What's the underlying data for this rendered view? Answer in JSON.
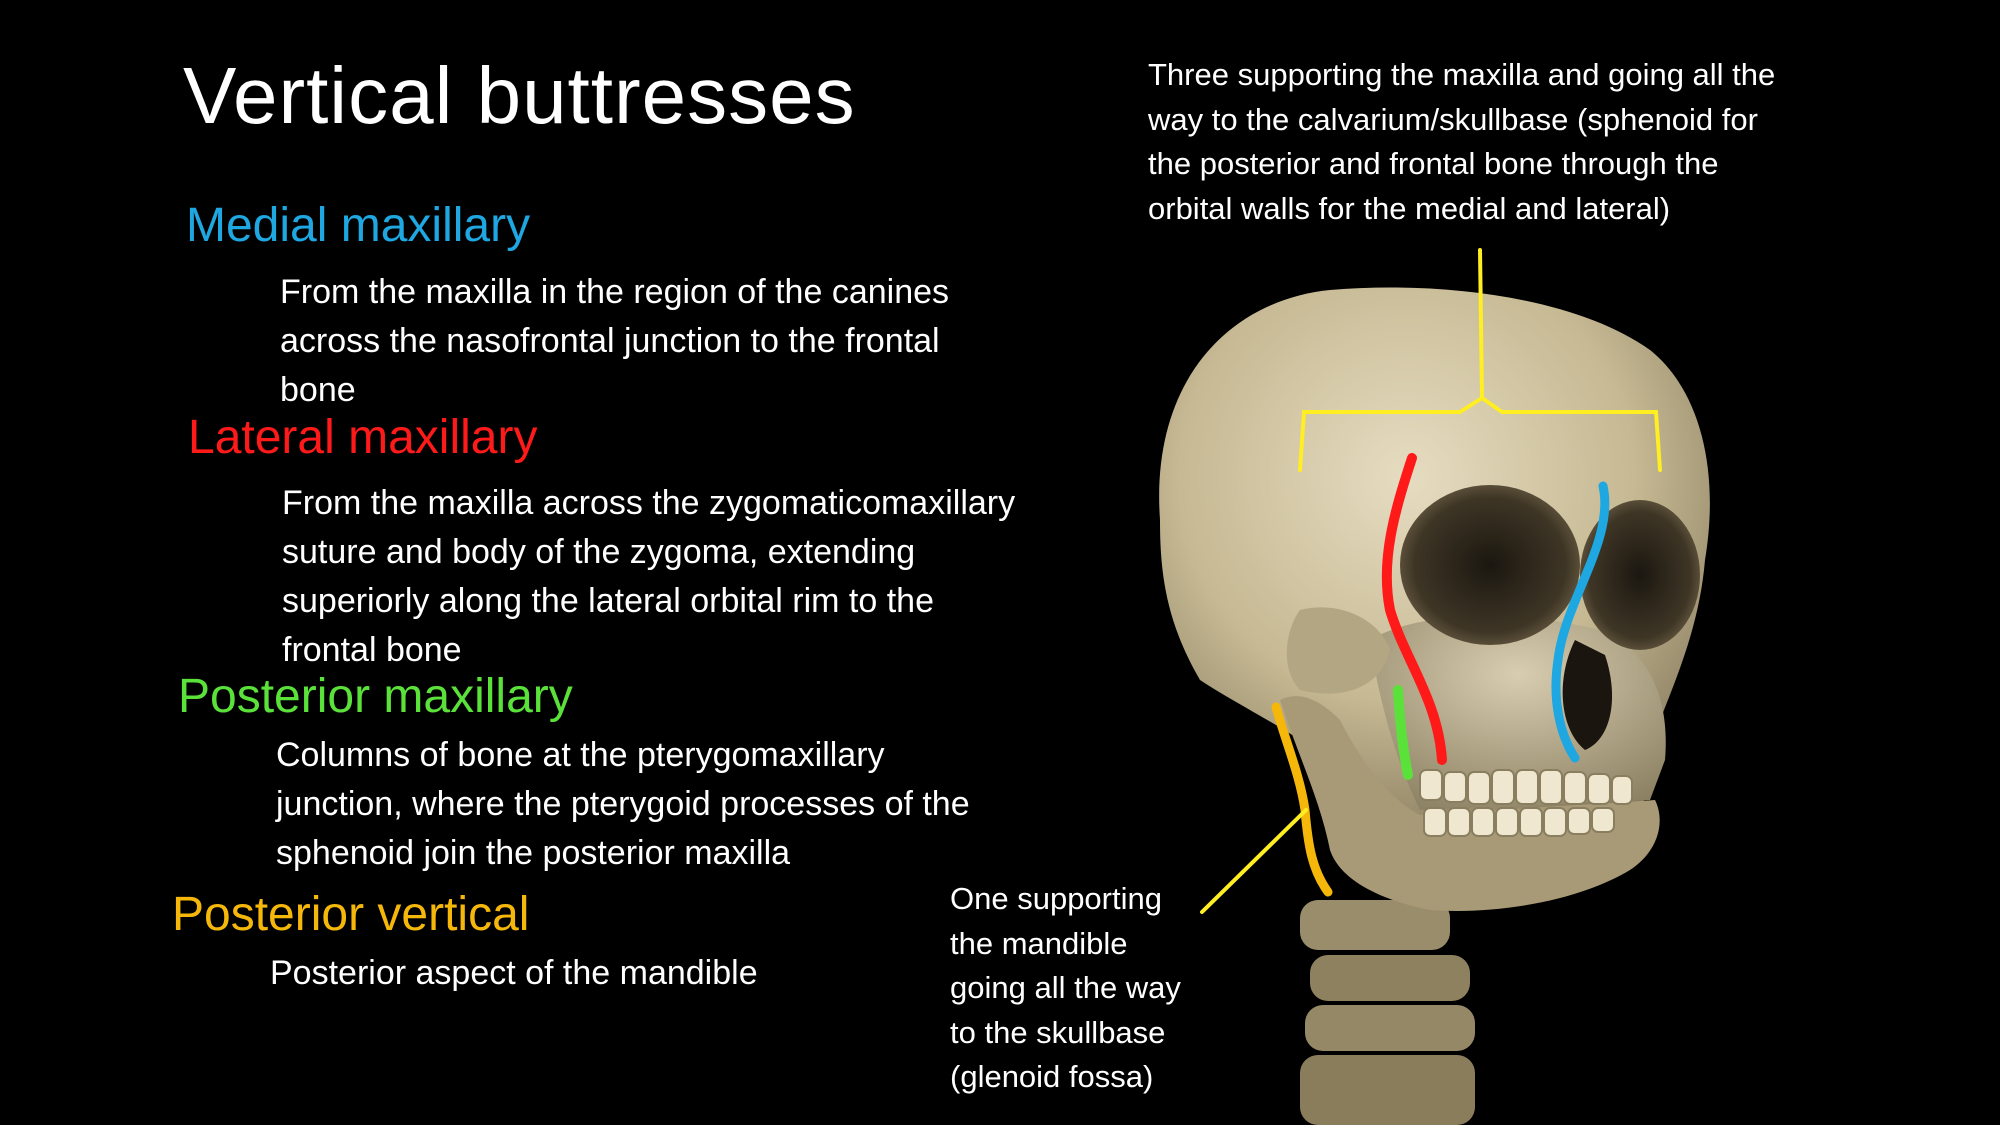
{
  "slide": {
    "title": "Vertical buttresses",
    "buttresses": [
      {
        "name": "Medial maxillary",
        "color": "#1ea7e1",
        "lines": [
          "From the maxilla in the region of the canines",
          "across the nasofrontal junction to the frontal",
          "bone"
        ]
      },
      {
        "name": "Lateral maxillary",
        "color": "#ff1a1a",
        "lines": [
          "From the maxilla across the zygomaticomaxillary",
          "suture and body of the zygoma, extending",
          "superiorly along the lateral orbital rim to the",
          "frontal bone"
        ]
      },
      {
        "name": "Posterior maxillary",
        "color": "#5be23a",
        "lines": [
          "Columns of bone at the pterygomaxillary",
          "junction, where the pterygoid processes of the",
          "sphenoid join the posterior maxilla"
        ]
      },
      {
        "name": "Posterior vertical",
        "color": "#f5b80a",
        "lines": [
          "Posterior aspect of the mandible"
        ]
      }
    ],
    "annotation_top": {
      "lines": [
        "Three supporting the maxilla and going all the",
        "way to the calvarium/skullbase (sphenoid for",
        "the posterior and frontal bone through the",
        "orbital walls for the medial and lateral)"
      ]
    },
    "annotation_bottom": {
      "lines": [
        "One supporting",
        "the mandible",
        "going all the way",
        "to the skullbase",
        "(glenoid fossa)"
      ]
    },
    "bracket_color": "#ffee22"
  }
}
